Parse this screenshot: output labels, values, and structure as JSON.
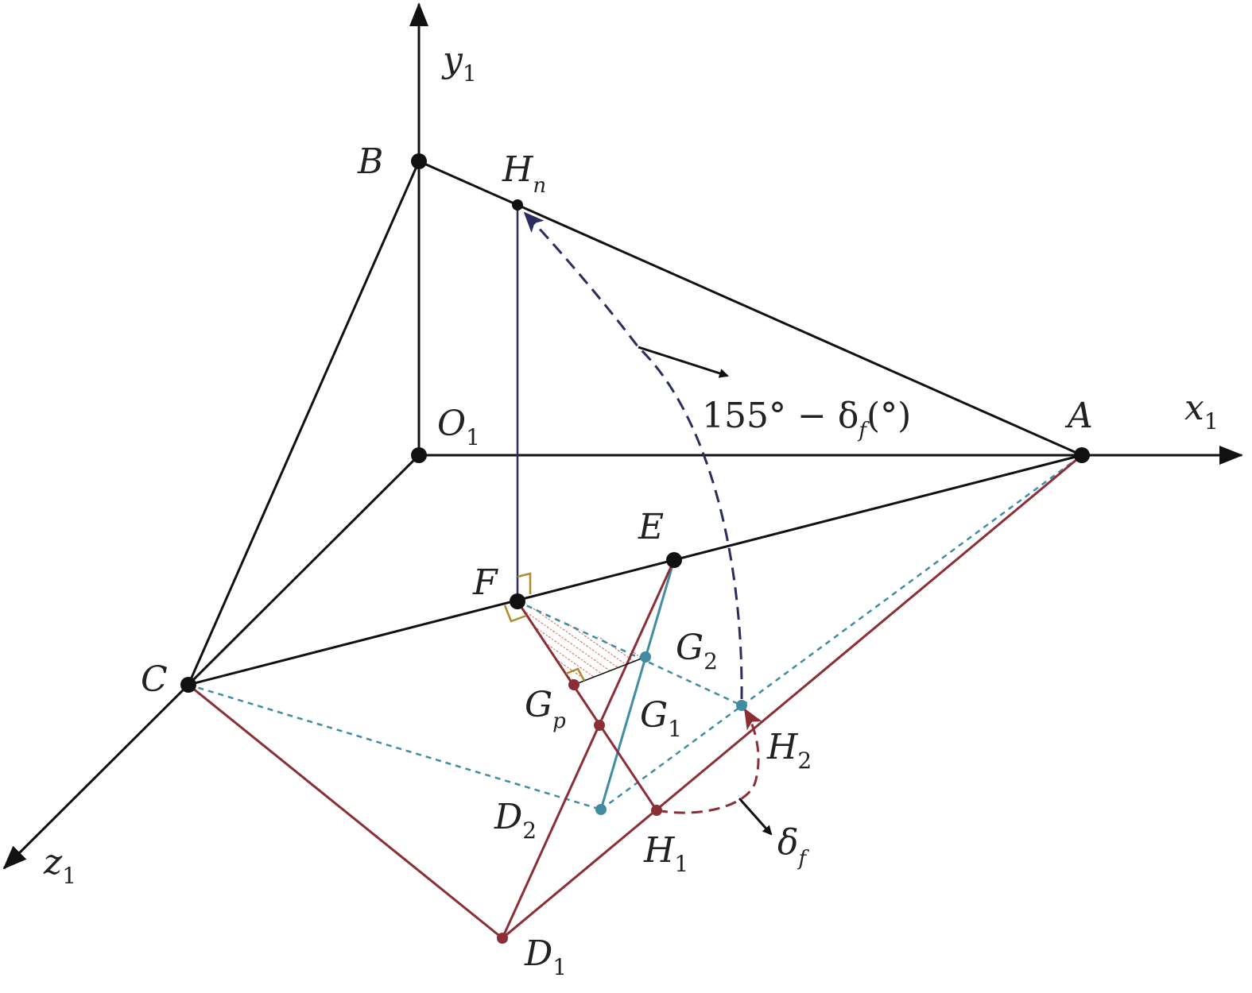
{
  "axes": {
    "x": {
      "base": "x",
      "sub": "1"
    },
    "y": {
      "base": "y",
      "sub": "1"
    },
    "z": {
      "base": "z",
      "sub": "1"
    }
  },
  "points": {
    "O1": {
      "base": "O",
      "sub": "1"
    },
    "A": {
      "base": "A"
    },
    "B": {
      "base": "B"
    },
    "C": {
      "base": "C"
    },
    "E": {
      "base": "E"
    },
    "F": {
      "base": "F"
    },
    "Hn": {
      "base": "H",
      "sub": "n"
    },
    "G2": {
      "base": "G",
      "sub": "2"
    },
    "G1": {
      "base": "G",
      "sub": "1"
    },
    "Gp": {
      "base": "G",
      "sub": "p"
    },
    "H2": {
      "base": "H",
      "sub": "2"
    },
    "H1": {
      "base": "H",
      "sub": "1"
    },
    "D2": {
      "base": "D",
      "sub": "2"
    },
    "D1": {
      "base": "D",
      "sub": "1"
    }
  },
  "annotations": {
    "rotation_angle": {
      "prefix": "155° − δ",
      "sub": "f",
      "suffix": "(°)"
    },
    "delta": {
      "base": "δ",
      "sub": "f"
    }
  },
  "colors": {
    "black": "#111111",
    "navy": "#2b2d5e",
    "maroon": "#8b2e35",
    "teal": "#3f8ca3",
    "gold": "#b08a2e",
    "hatch": "#c0392b"
  }
}
